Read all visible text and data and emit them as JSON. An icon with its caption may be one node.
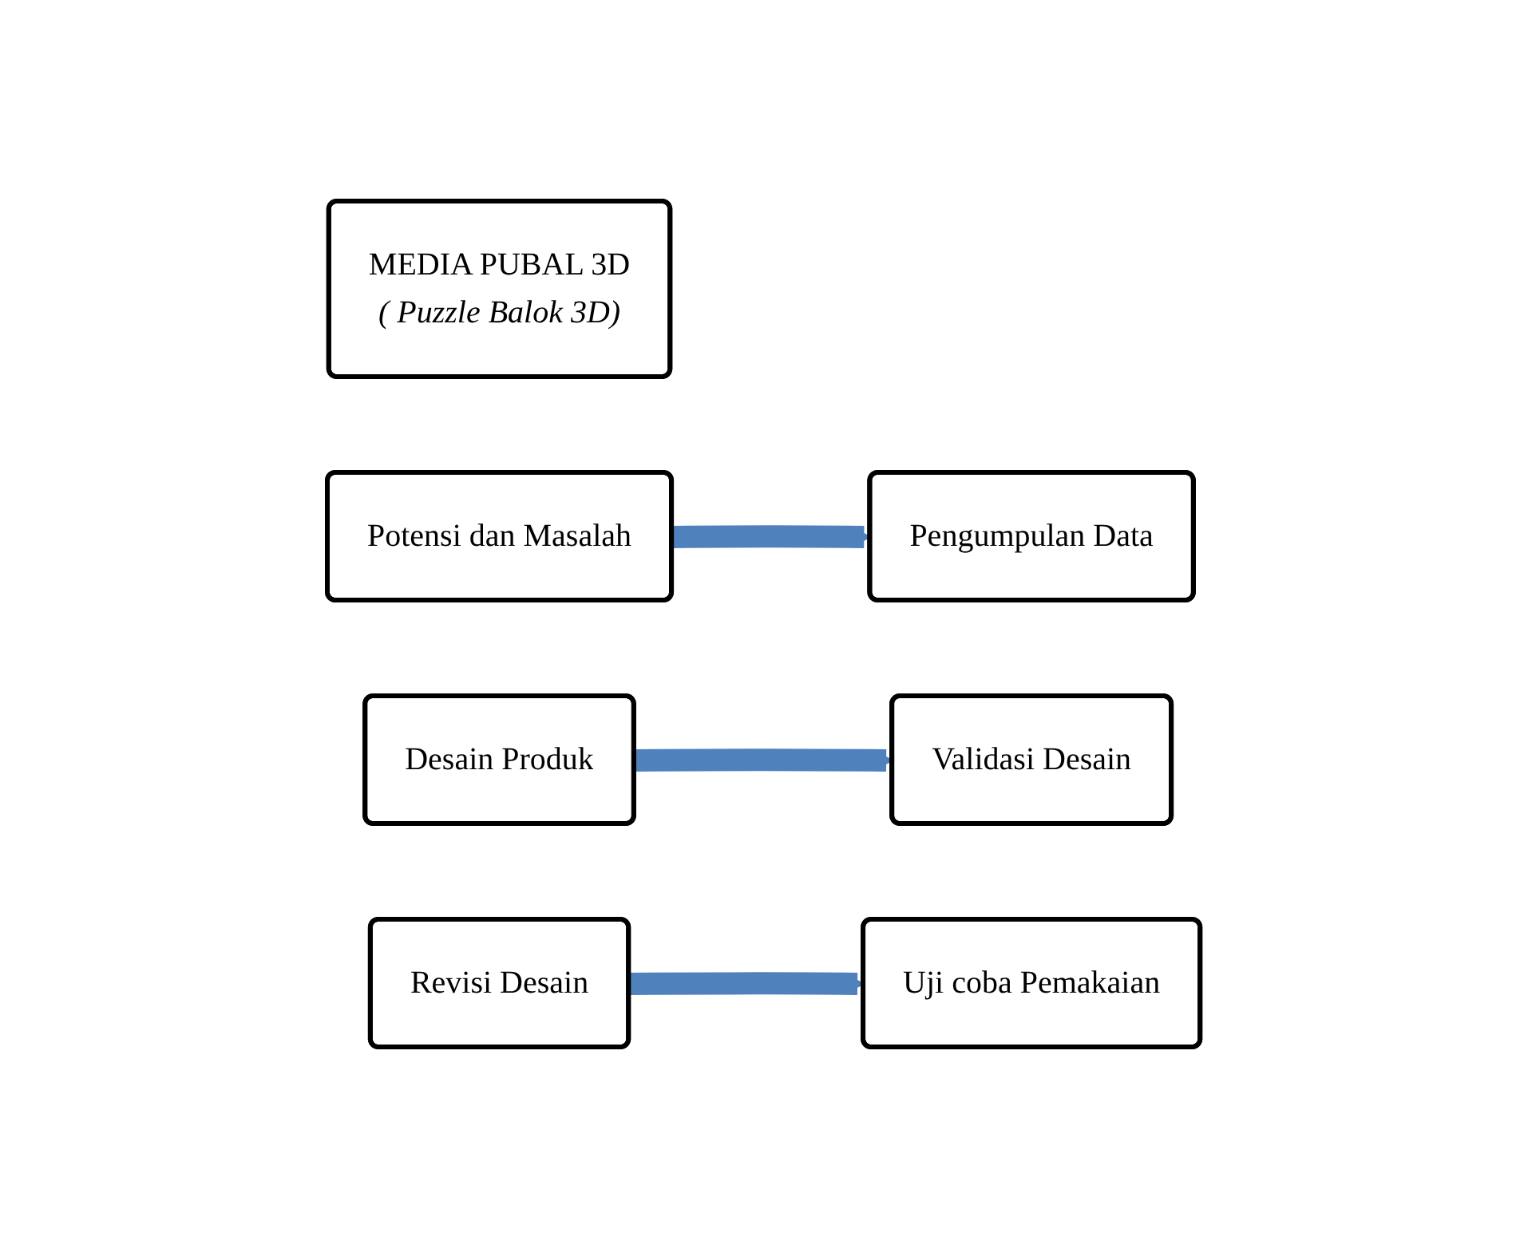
{
  "diagram": {
    "nodes": [
      {
        "text": [
          "MEDIA PUBAL 3D",
          "( Puzzle Balok 3D)"
        ]
      },
      {
        "text": [
          "Potensi dan Masalah"
        ]
      },
      {
        "text": [
          "Pengumpulan Data"
        ]
      },
      {
        "text": [
          "Validasi Desain"
        ]
      },
      {
        "text": [
          "Desain Produk"
        ]
      },
      {
        "text": [
          "Revisi Desain"
        ]
      },
      {
        "text": [
          "Uji coba Pemakaian"
        ]
      }
    ],
    "edges": [
      {
        "from": 1,
        "to": 2,
        "arrow": "to",
        "color": "#4f81bd"
      },
      {
        "from": 4,
        "to": 3,
        "arrow": "to",
        "color": "#4f81bd"
      },
      {
        "from": 5,
        "to": 6,
        "arrow": "to",
        "color": "#4f81bd"
      }
    ]
  }
}
